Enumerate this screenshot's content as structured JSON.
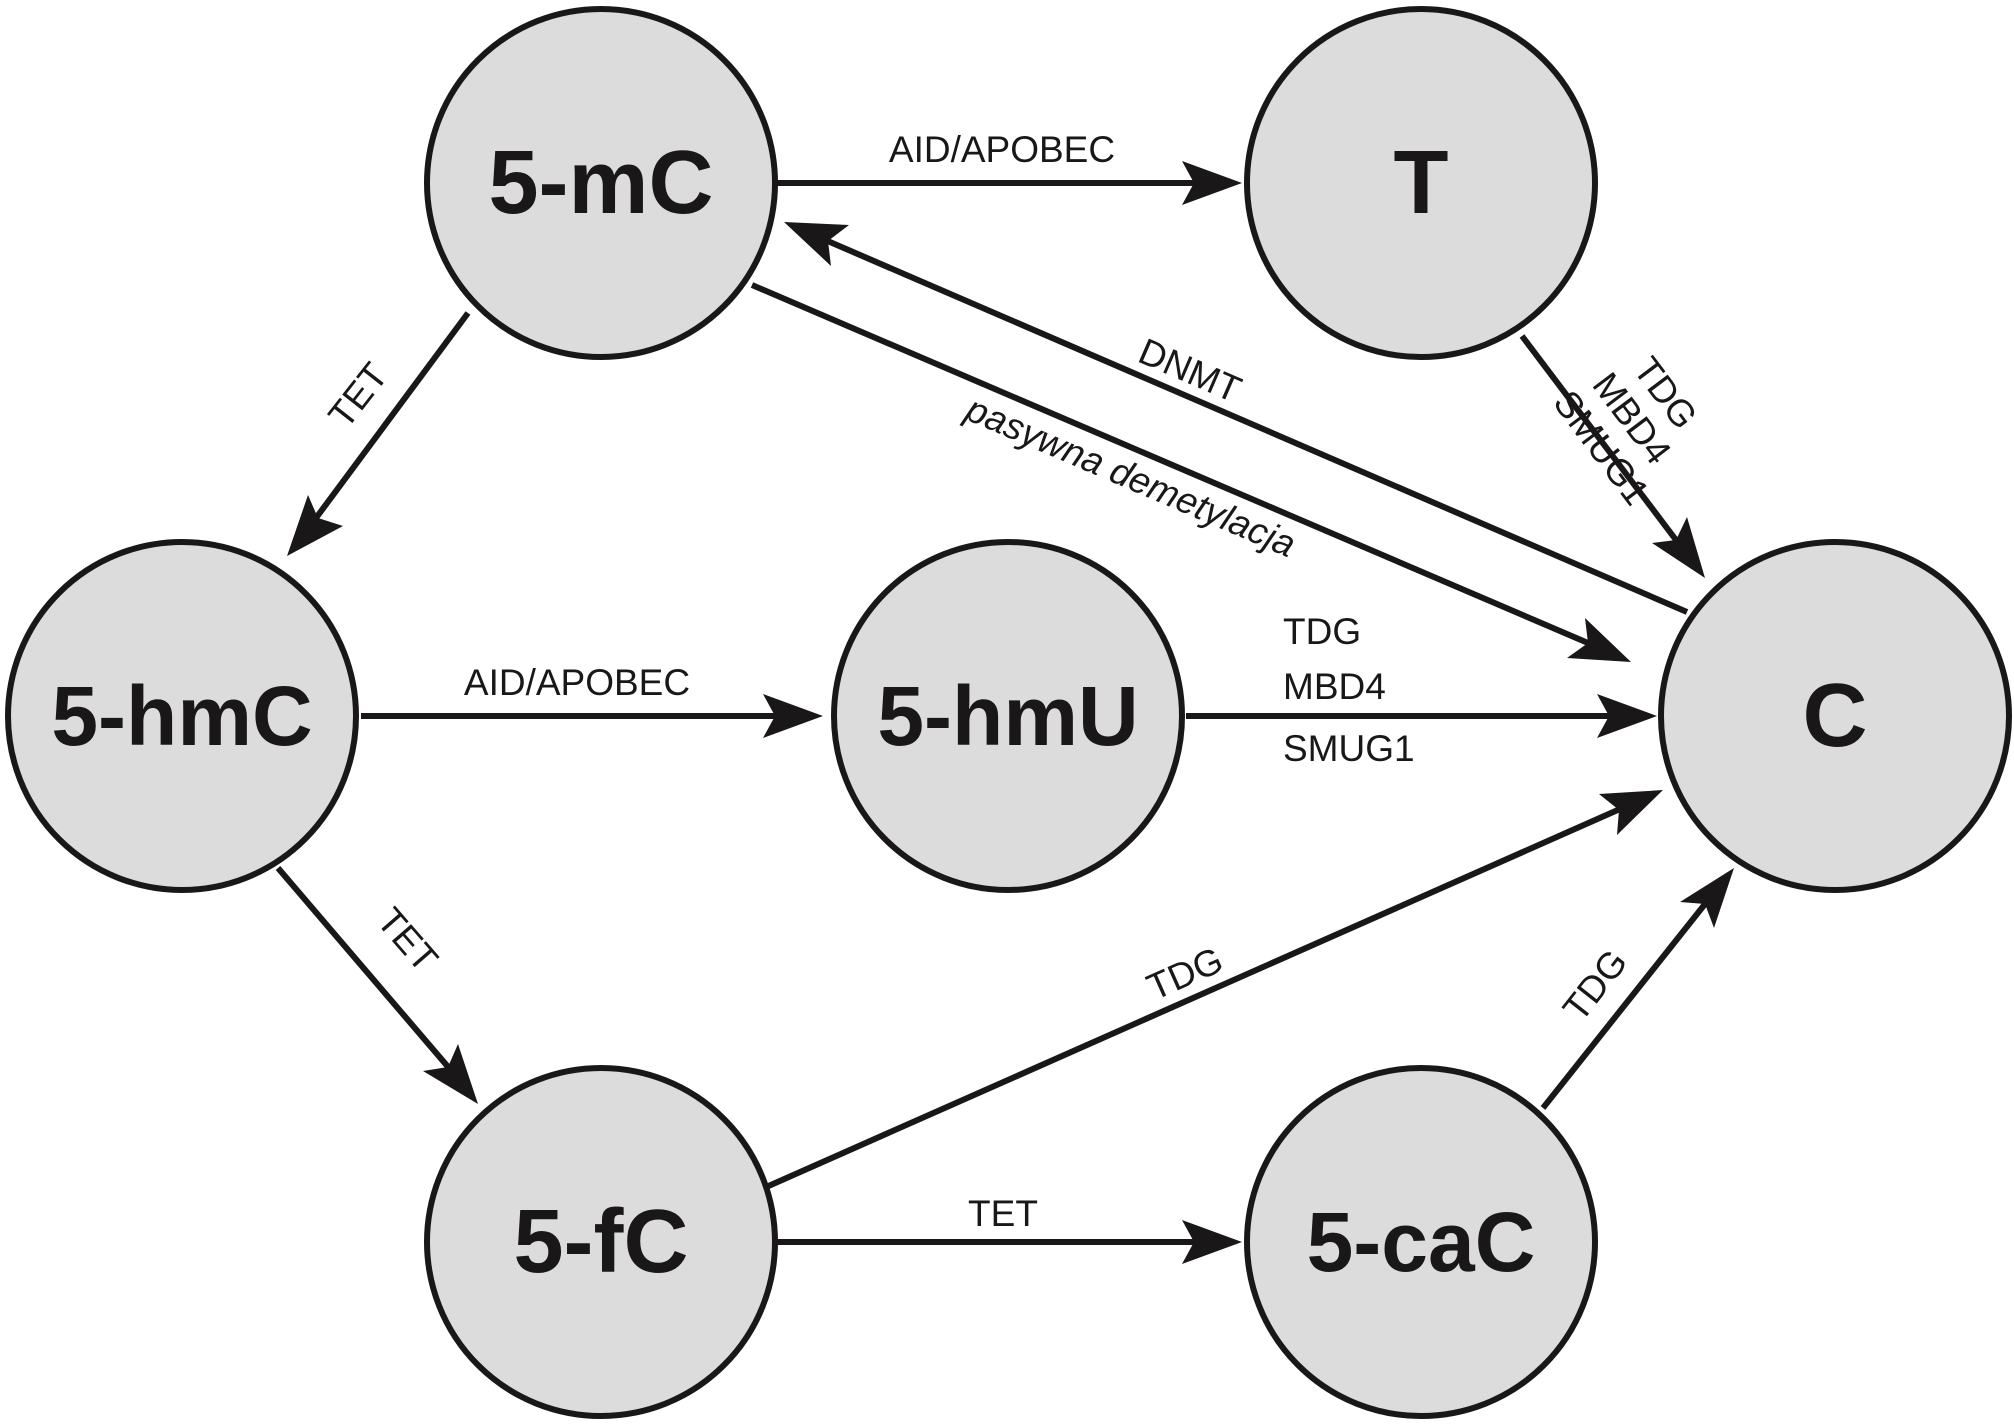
{
  "colors": {
    "node_fill": "#dcdcdc",
    "stroke": "#1a1718",
    "background": "#ffffff"
  },
  "nodes": {
    "mC": "5-mC",
    "T": "T",
    "hmC": "5-hmC",
    "hmU": "5-hmU",
    "C": "C",
    "fC": "5-fC",
    "caC": "5-caC"
  },
  "edges": {
    "mC_T": "AID/APOBEC",
    "C_mC": "DNMT",
    "mC_C": "pasywna demetylacja",
    "T_C": [
      "TDG",
      "MBD4",
      "SMUG1"
    ],
    "mC_hmC": "TET",
    "hmC_hmU": "AID/APOBEC",
    "hmU_C": [
      "TDG",
      "MBD4",
      "SMUG1"
    ],
    "hmC_fC": "TET",
    "fC_C": "TDG",
    "fC_caC": "TET",
    "caC_C": "TDG"
  }
}
